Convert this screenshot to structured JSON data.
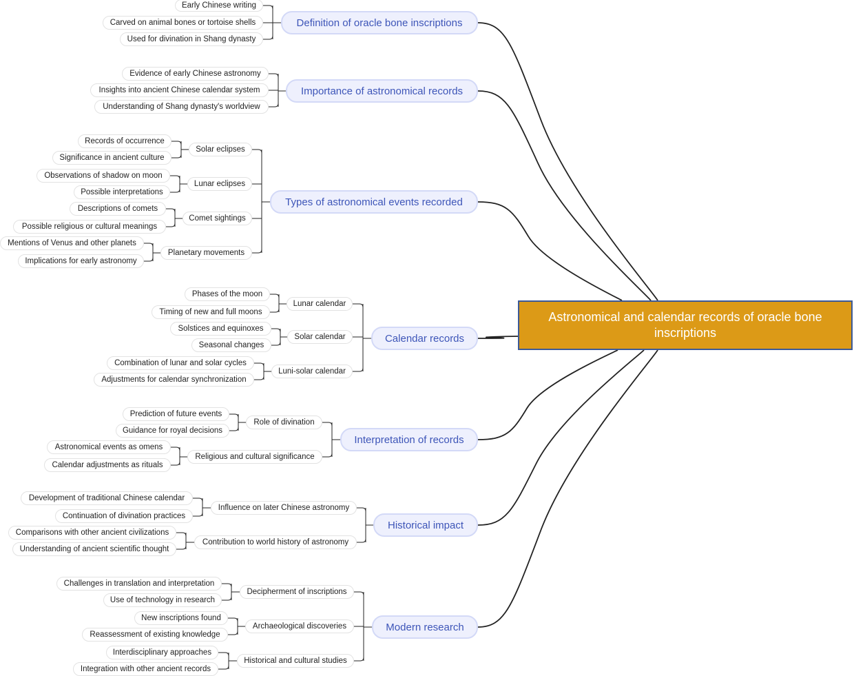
{
  "diagram": {
    "root": {
      "id": "root",
      "label": "Astronomical and calendar records of oracle bone inscriptions"
    },
    "branches": [
      {
        "id": "b1",
        "label": "Definition of oracle bone inscriptions",
        "children": [
          {
            "id": "b1c1",
            "label": "Early Chinese writing"
          },
          {
            "id": "b1c2",
            "label": "Carved on animal bones or tortoise shells"
          },
          {
            "id": "b1c3",
            "label": "Used for divination in Shang dynasty"
          }
        ]
      },
      {
        "id": "b2",
        "label": "Importance of astronomical records",
        "children": [
          {
            "id": "b2c1",
            "label": "Evidence of early Chinese astronomy"
          },
          {
            "id": "b2c2",
            "label": "Insights into ancient Chinese calendar system"
          },
          {
            "id": "b2c3",
            "label": "Understanding of Shang dynasty's worldview"
          }
        ]
      },
      {
        "id": "b3",
        "label": "Types of astronomical events recorded",
        "children": [
          {
            "id": "b3s1",
            "label": "Solar eclipses",
            "children": [
              {
                "id": "b3s1l1",
                "label": "Records of occurrence"
              },
              {
                "id": "b3s1l2",
                "label": "Significance in ancient culture"
              }
            ]
          },
          {
            "id": "b3s2",
            "label": "Lunar eclipses",
            "children": [
              {
                "id": "b3s2l1",
                "label": "Observations of shadow on moon"
              },
              {
                "id": "b3s2l2",
                "label": "Possible interpretations"
              }
            ]
          },
          {
            "id": "b3s3",
            "label": "Comet sightings",
            "children": [
              {
                "id": "b3s3l1",
                "label": "Descriptions of comets"
              },
              {
                "id": "b3s3l2",
                "label": "Possible religious or cultural meanings"
              }
            ]
          },
          {
            "id": "b3s4",
            "label": "Planetary movements",
            "children": [
              {
                "id": "b3s4l1",
                "label": "Mentions of Venus and other planets"
              },
              {
                "id": "b3s4l2",
                "label": "Implications for early astronomy"
              }
            ]
          }
        ]
      },
      {
        "id": "b4",
        "label": "Calendar records",
        "children": [
          {
            "id": "b4s1",
            "label": "Lunar calendar",
            "children": [
              {
                "id": "b4s1l1",
                "label": "Phases of the moon"
              },
              {
                "id": "b4s1l2",
                "label": "Timing of new and full moons"
              }
            ]
          },
          {
            "id": "b4s2",
            "label": "Solar calendar",
            "children": [
              {
                "id": "b4s2l1",
                "label": "Solstices and equinoxes"
              },
              {
                "id": "b4s2l2",
                "label": "Seasonal changes"
              }
            ]
          },
          {
            "id": "b4s3",
            "label": "Luni-solar calendar",
            "children": [
              {
                "id": "b4s3l1",
                "label": "Combination of lunar and solar cycles"
              },
              {
                "id": "b4s3l2",
                "label": "Adjustments for calendar synchronization"
              }
            ]
          }
        ]
      },
      {
        "id": "b5",
        "label": "Interpretation of records",
        "children": [
          {
            "id": "b5s1",
            "label": "Role of divination",
            "children": [
              {
                "id": "b5s1l1",
                "label": "Prediction of future events"
              },
              {
                "id": "b5s1l2",
                "label": "Guidance for royal decisions"
              }
            ]
          },
          {
            "id": "b5s2",
            "label": "Religious and cultural significance",
            "children": [
              {
                "id": "b5s2l1",
                "label": "Astronomical events as omens"
              },
              {
                "id": "b5s2l2",
                "label": "Calendar adjustments as rituals"
              }
            ]
          }
        ]
      },
      {
        "id": "b6",
        "label": "Historical impact",
        "children": [
          {
            "id": "b6s1",
            "label": "Influence on later Chinese astronomy",
            "children": [
              {
                "id": "b6s1l1",
                "label": "Development of traditional Chinese calendar"
              },
              {
                "id": "b6s1l2",
                "label": "Continuation of divination practices"
              }
            ]
          },
          {
            "id": "b6s2",
            "label": "Contribution to world history of astronomy",
            "children": [
              {
                "id": "b6s2l1",
                "label": "Comparisons with other ancient civilizations"
              },
              {
                "id": "b6s2l2",
                "label": "Understanding of ancient scientific thought"
              }
            ]
          }
        ]
      },
      {
        "id": "b7",
        "label": "Modern research",
        "children": [
          {
            "id": "b7s1",
            "label": "Decipherment of inscriptions",
            "children": [
              {
                "id": "b7s1l1",
                "label": "Challenges in translation and interpretation"
              },
              {
                "id": "b7s1l2",
                "label": "Use of technology in research"
              }
            ]
          },
          {
            "id": "b7s2",
            "label": "Archaeological discoveries",
            "children": [
              {
                "id": "b7s2l1",
                "label": "New inscriptions found"
              },
              {
                "id": "b7s2l2",
                "label": "Reassessment of existing knowledge"
              }
            ]
          },
          {
            "id": "b7s3",
            "label": "Historical and cultural studies",
            "children": [
              {
                "id": "b7s3l1",
                "label": "Interdisciplinary approaches"
              },
              {
                "id": "b7s3l2",
                "label": "Integration with other ancient records"
              }
            ]
          }
        ]
      }
    ]
  },
  "colors": {
    "root_fill": "#dc9a17",
    "root_border": "#3b5998",
    "branch_fill": "#eef0fd",
    "branch_border": "#d3d9f7",
    "branch_text": "#3d55b8",
    "connector": "#222222"
  }
}
